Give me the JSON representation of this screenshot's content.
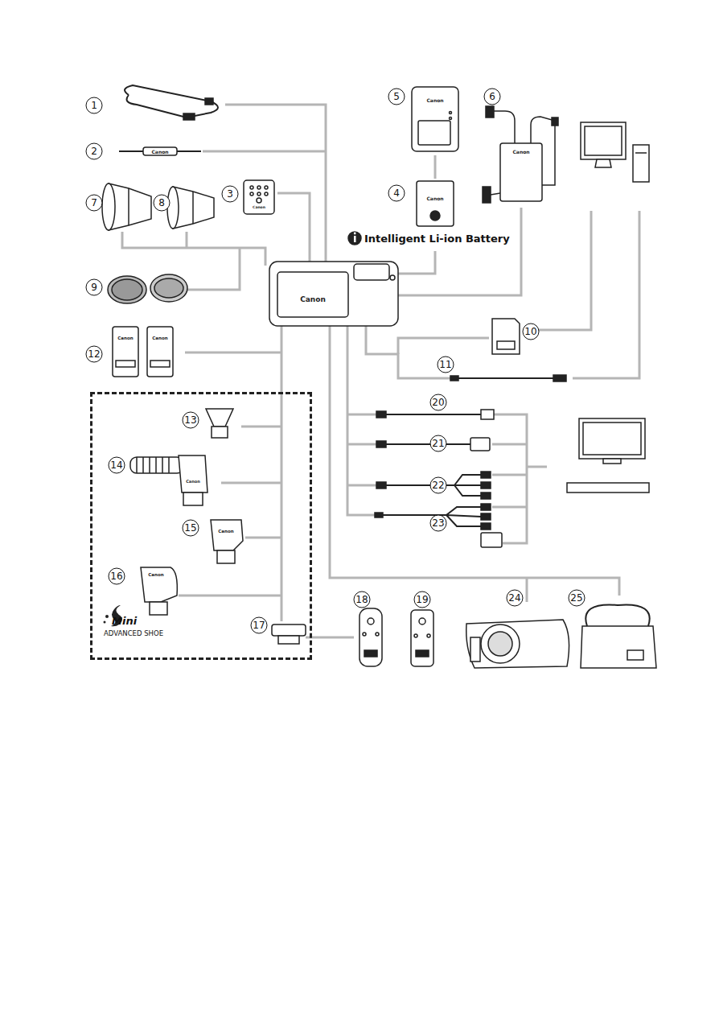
{
  "diagram": {
    "nodes": [
      {
        "text": [
          "Mini",
          "ADVANCED SHOE"
        ]
      }
    ],
    "labels": [
      "1",
      "5",
      "6",
      "Canon",
      "Canon",
      "2",
      "Canon",
      "3",
      "Canon",
      "7",
      "8",
      "4",
      "Canon",
      "Intelligent Li-ion Battery",
      "Canon",
      "9",
      "10",
      "12",
      "Canon",
      "Canon",
      "11",
      "20",
      "13",
      "21",
      "14",
      "Canon",
      "22",
      "15",
      "Canon",
      "23",
      "16",
      "Canon",
      "17",
      "18",
      "19",
      "24",
      "25"
    ]
  }
}
